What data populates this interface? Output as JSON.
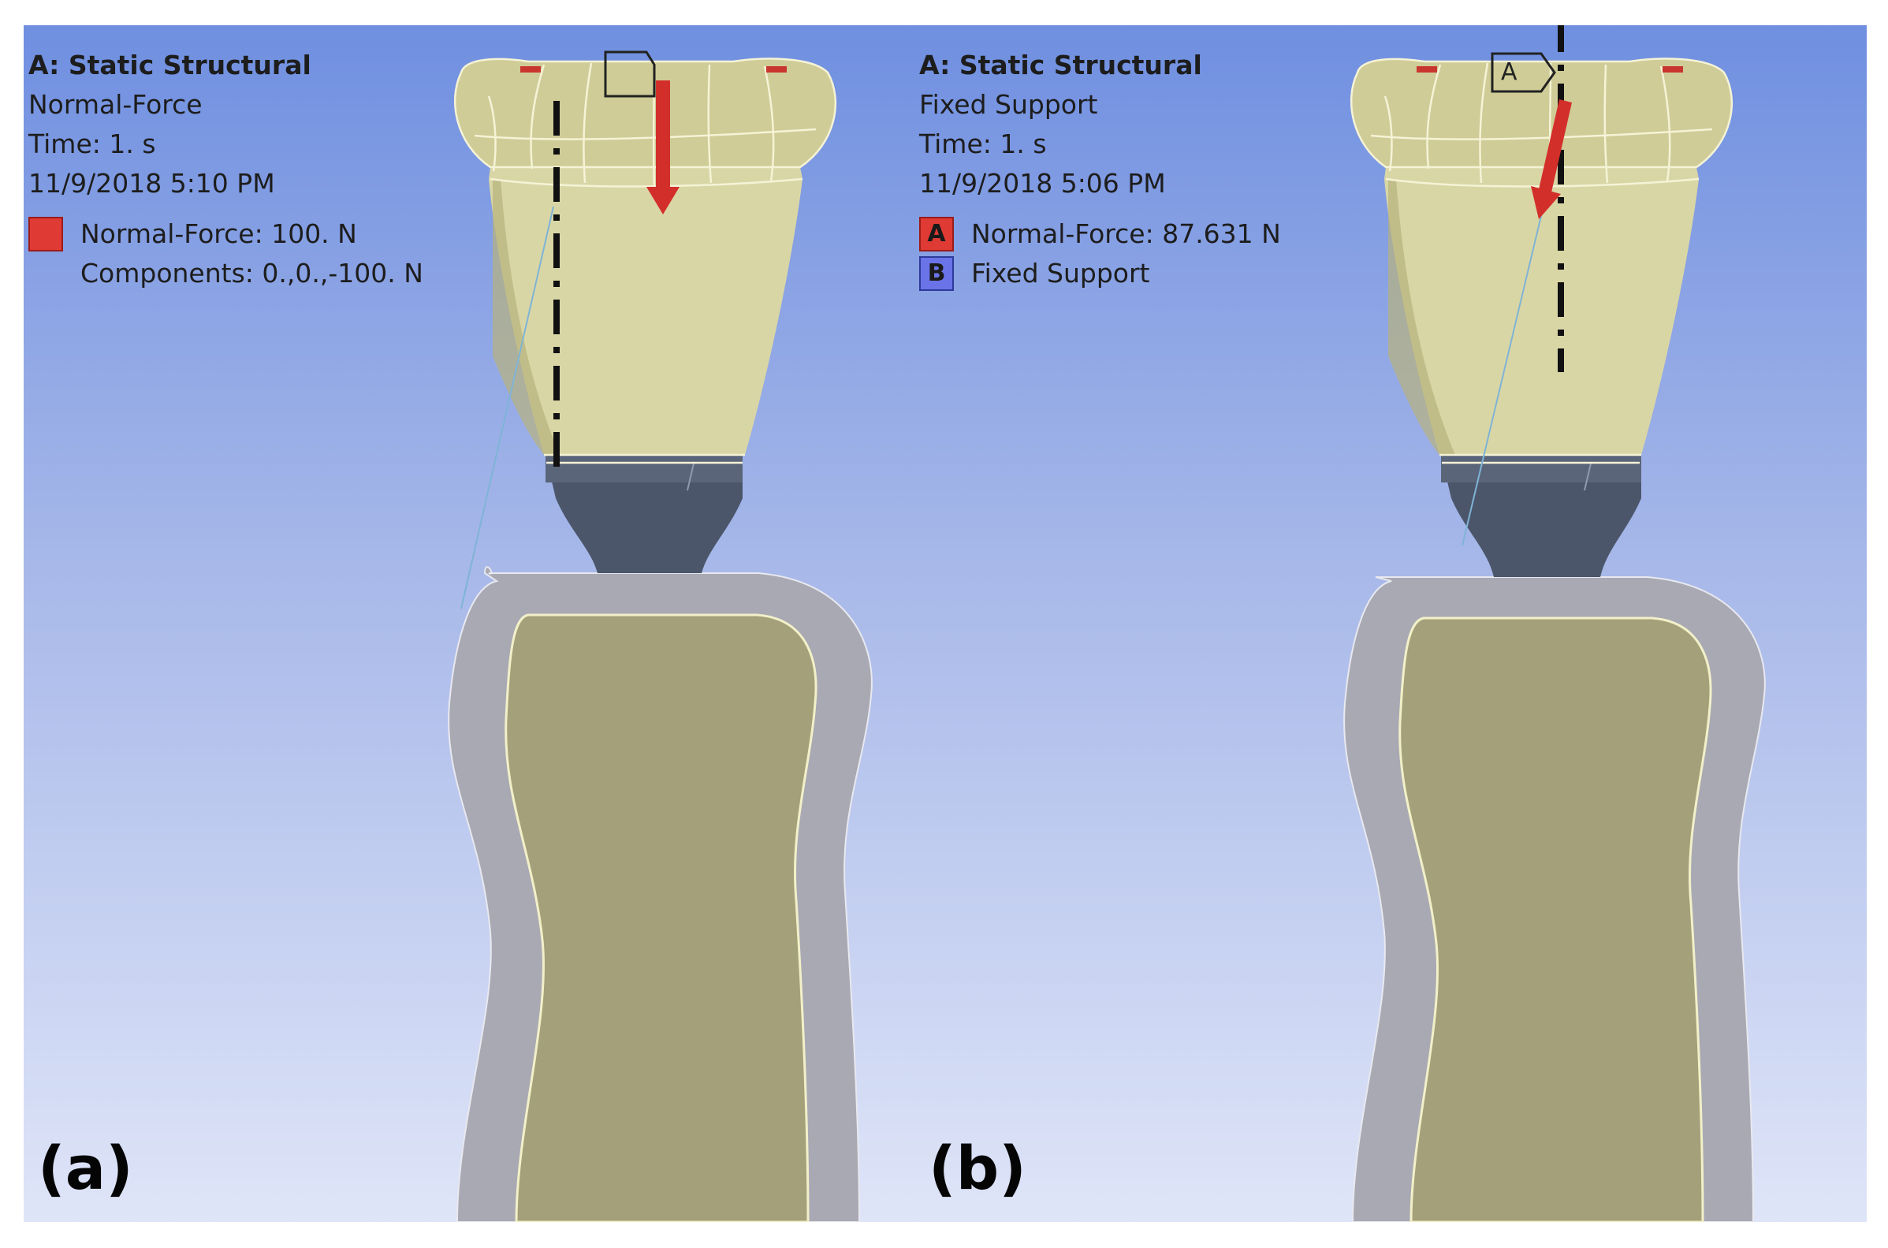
{
  "colors": {
    "force": "#e03a34",
    "support": "#6a74e8",
    "crown": "#d9d6a6",
    "abutment": "#4a5668",
    "bone_cortical": "#a9a9b4",
    "bone_cancellous": "#a3a07a"
  },
  "panel_a": {
    "header": {
      "title": "A: Static Structural",
      "subtitle": "Normal-Force",
      "time": "Time: 1. s",
      "date": "11/9/2018 5:10 PM"
    },
    "legend": {
      "items": [
        {
          "label": "Normal-Force: 100. N",
          "color": "#e03a34",
          "tag": ""
        }
      ],
      "components": "Components: 0.,0.,-100. N"
    },
    "figure_label": "(a)"
  },
  "panel_b": {
    "header": {
      "title": "A: Static Structural",
      "subtitle": "Fixed Support",
      "time": "Time: 1. s",
      "date": "11/9/2018 5:06 PM"
    },
    "legend": {
      "items": [
        {
          "label": "Normal-Force: 87.631 N",
          "color": "#e03a34",
          "tag": "A"
        },
        {
          "label": "Fixed Support",
          "color": "#6a74e8",
          "tag": "B"
        }
      ]
    },
    "callout": "A",
    "figure_label": "(b)"
  }
}
